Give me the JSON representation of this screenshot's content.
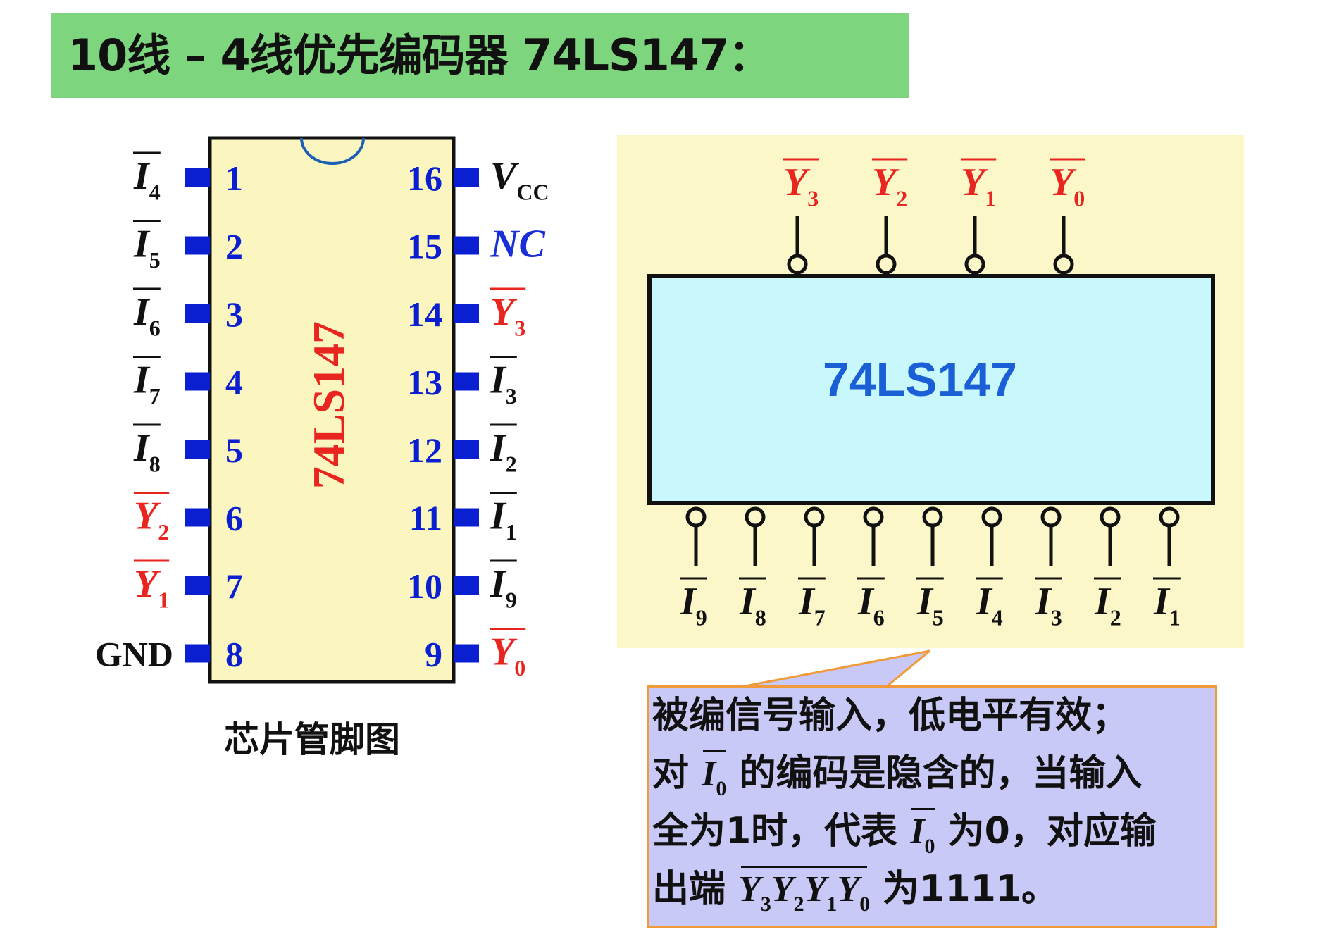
{
  "title": "10线 – 4线优先编码器 74LS147：",
  "chip_label": "74LS147",
  "caption": "芯片管脚图",
  "pinout": {
    "left_pins": [
      {
        "num": "1",
        "name": "I",
        "sub": "4",
        "bar": true,
        "color": "#111111"
      },
      {
        "num": "2",
        "name": "I",
        "sub": "5",
        "bar": true,
        "color": "#111111"
      },
      {
        "num": "3",
        "name": "I",
        "sub": "6",
        "bar": true,
        "color": "#111111"
      },
      {
        "num": "4",
        "name": "I",
        "sub": "7",
        "bar": true,
        "color": "#111111"
      },
      {
        "num": "5",
        "name": "I",
        "sub": "8",
        "bar": true,
        "color": "#111111"
      },
      {
        "num": "6",
        "name": "Y",
        "sub": "2",
        "bar": true,
        "color": "#e8251f"
      },
      {
        "num": "7",
        "name": "Y",
        "sub": "1",
        "bar": true,
        "color": "#e8251f"
      },
      {
        "num": "8",
        "name": "GND",
        "sub": "",
        "bar": false,
        "color": "#111111"
      }
    ],
    "right_pins": [
      {
        "num": "16",
        "name": "V",
        "sub": "CC",
        "bar": false,
        "color": "#111111"
      },
      {
        "num": "15",
        "name": "NC",
        "sub": "",
        "bar": false,
        "color": "#1a2fd6"
      },
      {
        "num": "14",
        "name": "Y",
        "sub": "3",
        "bar": true,
        "color": "#e8251f"
      },
      {
        "num": "13",
        "name": "I",
        "sub": "3",
        "bar": true,
        "color": "#111111"
      },
      {
        "num": "12",
        "name": "I",
        "sub": "2",
        "bar": true,
        "color": "#111111"
      },
      {
        "num": "11",
        "name": "I",
        "sub": "1",
        "bar": true,
        "color": "#111111"
      },
      {
        "num": "10",
        "name": "I",
        "sub": "9",
        "bar": true,
        "color": "#111111"
      },
      {
        "num": "9",
        "name": "Y",
        "sub": "0",
        "bar": true,
        "color": "#e8251f"
      }
    ]
  },
  "logic_block": {
    "label": "74LS147",
    "outputs": [
      {
        "name": "Y",
        "sub": "3"
      },
      {
        "name": "Y",
        "sub": "2"
      },
      {
        "name": "Y",
        "sub": "1"
      },
      {
        "name": "Y",
        "sub": "0"
      }
    ],
    "inputs": [
      {
        "name": "I",
        "sub": "9"
      },
      {
        "name": "I",
        "sub": "8"
      },
      {
        "name": "I",
        "sub": "7"
      },
      {
        "name": "I",
        "sub": "6"
      },
      {
        "name": "I",
        "sub": "5"
      },
      {
        "name": "I",
        "sub": "4"
      },
      {
        "name": "I",
        "sub": "3"
      },
      {
        "name": "I",
        "sub": "2"
      },
      {
        "name": "I",
        "sub": "1"
      }
    ]
  },
  "note": {
    "line1": "被编信号输入，低电平有效；",
    "line2_a": "对",
    "line2_sym": "I",
    "line2_sub": "0",
    "line2_b": "的编码是隐含的，当输入",
    "line3_a": "全为1时，代表",
    "line3_sym": "I",
    "line3_sub": "0",
    "line3_b": "为0，对应输",
    "line4_a": "出端",
    "line4_syms": [
      {
        "name": "Y",
        "sub": "3"
      },
      {
        "name": "Y",
        "sub": "2"
      },
      {
        "name": "Y",
        "sub": "1"
      },
      {
        "name": "Y",
        "sub": "0"
      }
    ],
    "line4_b": "为1111。"
  },
  "colors": {
    "title_bg": "#7dd67d",
    "chip_fill": "#fbf6c0",
    "pin_blue": "#0a1fd0",
    "red": "#e8251f",
    "block_fill": "#c8f8fb",
    "panel_bg": "#fbf7c8",
    "note_bg": "#c9c9f7",
    "note_border": "#f09a3c"
  }
}
